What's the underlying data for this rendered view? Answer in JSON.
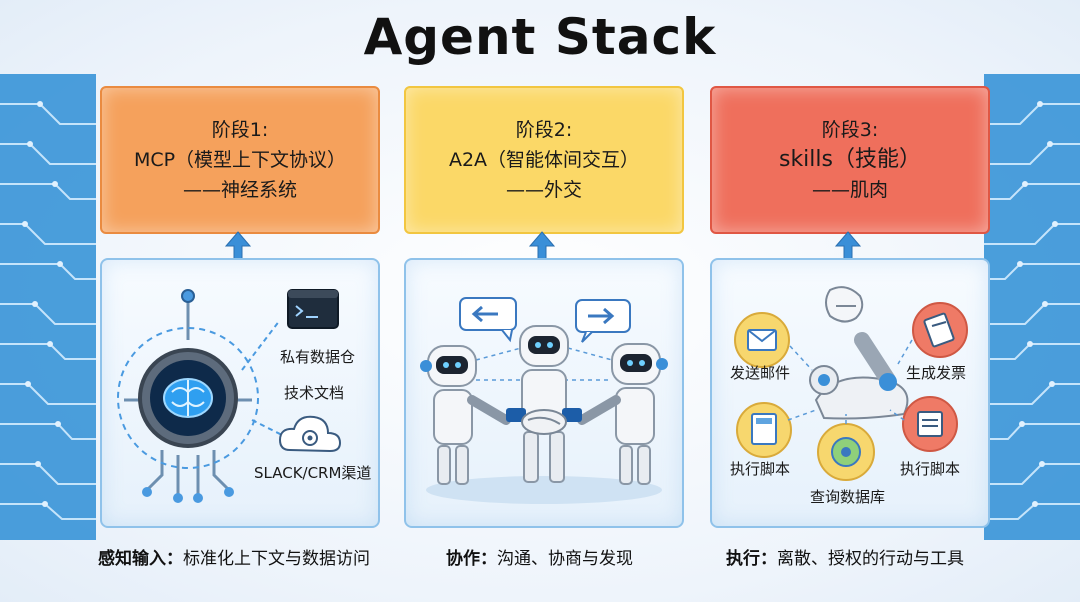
{
  "title": "Agent Stack",
  "stages": [
    {
      "line1": "阶段1:",
      "line2": "MCP（模型上下文协议）",
      "line3": "——神经系统",
      "color": "#f5a15c"
    },
    {
      "line1": "阶段2:",
      "line2": "A2A（智能体间交互）",
      "line3": "——外交",
      "color": "#fbd867"
    },
    {
      "line1": "阶段3:",
      "line2": "skills（技能）",
      "line3": "——肌肉",
      "color": "#ef6f5c"
    }
  ],
  "panel1": {
    "labels": [
      "私有数据仓",
      "技术文档",
      "SLACK/CRM渠道"
    ],
    "icons": [
      "brain-icon",
      "terminal-icon",
      "cloud-gear-icon"
    ]
  },
  "panel2": {
    "icons": [
      "robot-icon",
      "handshake-icon",
      "arrow-left-bubble-icon",
      "arrow-right-bubble-icon"
    ]
  },
  "panel3": {
    "labels": [
      "发送邮件",
      "生成发票",
      "执行脚本",
      "查询数据库",
      "执行脚本"
    ],
    "icons": [
      "robot-arm-icon",
      "mail-icon",
      "invoice-icon",
      "script-icon",
      "database-icon",
      "document-icon"
    ]
  },
  "captions": [
    {
      "bold": "感知输入：",
      "text": "标准化上下文与数据访问"
    },
    {
      "bold": "协作：",
      "text": "沟通、协商与发现"
    },
    {
      "bold": "执行：",
      "text": "离散、授权的行动与工具"
    }
  ],
  "colors": {
    "accent": "#2e8fd6",
    "orange": "#f5a15c",
    "yellow": "#fbd867",
    "red": "#ef6f5c"
  }
}
